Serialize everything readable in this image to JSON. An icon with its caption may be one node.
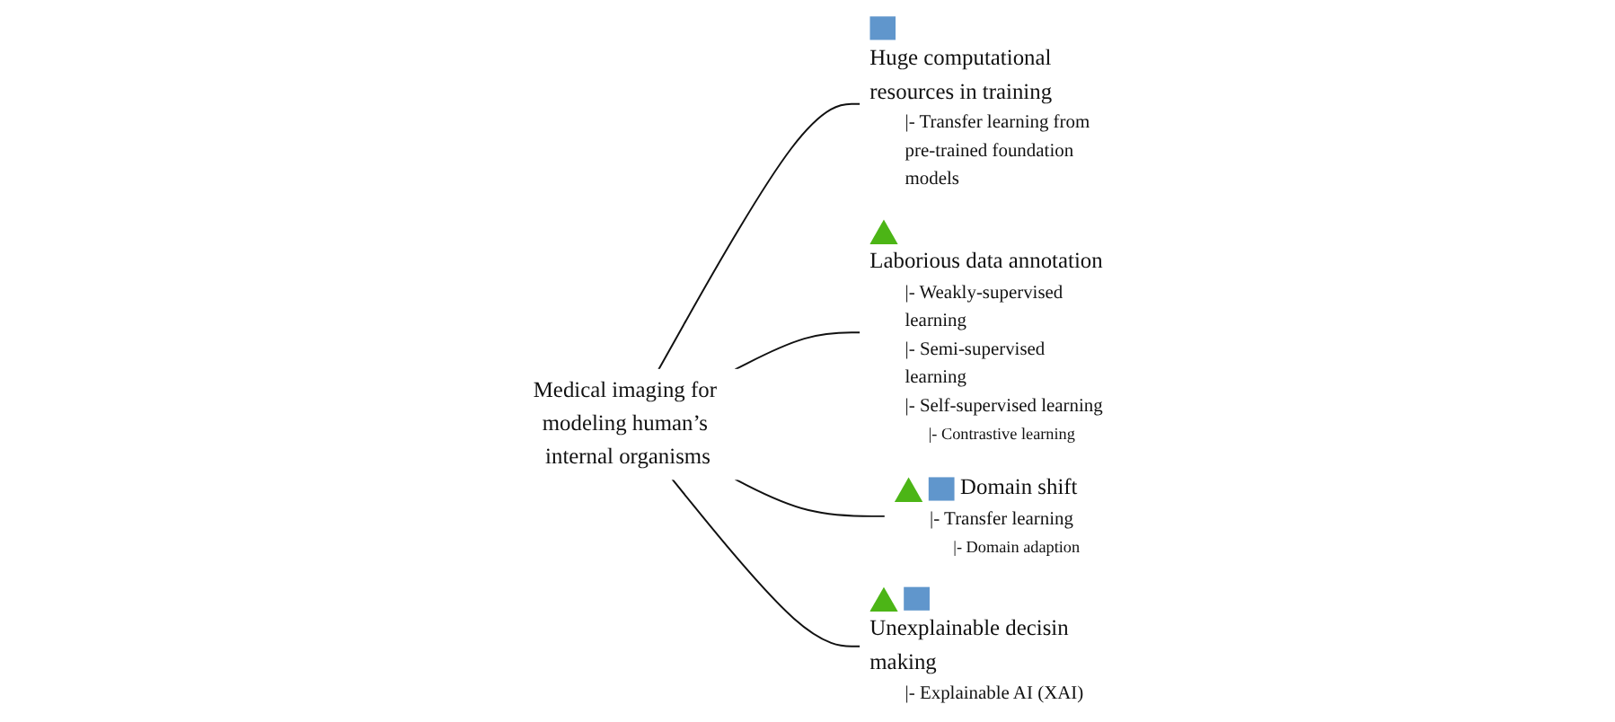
{
  "diagram": {
    "nodes": [
      {
        "text": [
          "Medical imaging for modeling human’s internal organisms"
        ]
      },
      {
        "text": [
          "Huge computational resources in training",
          "|- Transfer learning from pre-trained foundation models"
        ]
      },
      {
        "text": [
          "Laborious data annotation",
          "|- Weakly-supervised learning",
          "|- Semi-supervised learning",
          "|- Self-supervised learning",
          "|- Contrastive learning"
        ]
      },
      {
        "text": [
          "Domain shift",
          "|- Transfer learning",
          "|- Domain adaption"
        ]
      },
      {
        "text": [
          "Unexplainable decisin making",
          "|- Explainable AI (XAI)"
        ]
      }
    ],
    "edges": [
      {
        "from": 0,
        "to": 1,
        "arrow": "none"
      },
      {
        "from": 0,
        "to": 2,
        "arrow": "none"
      },
      {
        "from": 0,
        "to": 3,
        "arrow": "none"
      },
      {
        "from": 0,
        "to": 4,
        "arrow": "none"
      }
    ]
  }
}
